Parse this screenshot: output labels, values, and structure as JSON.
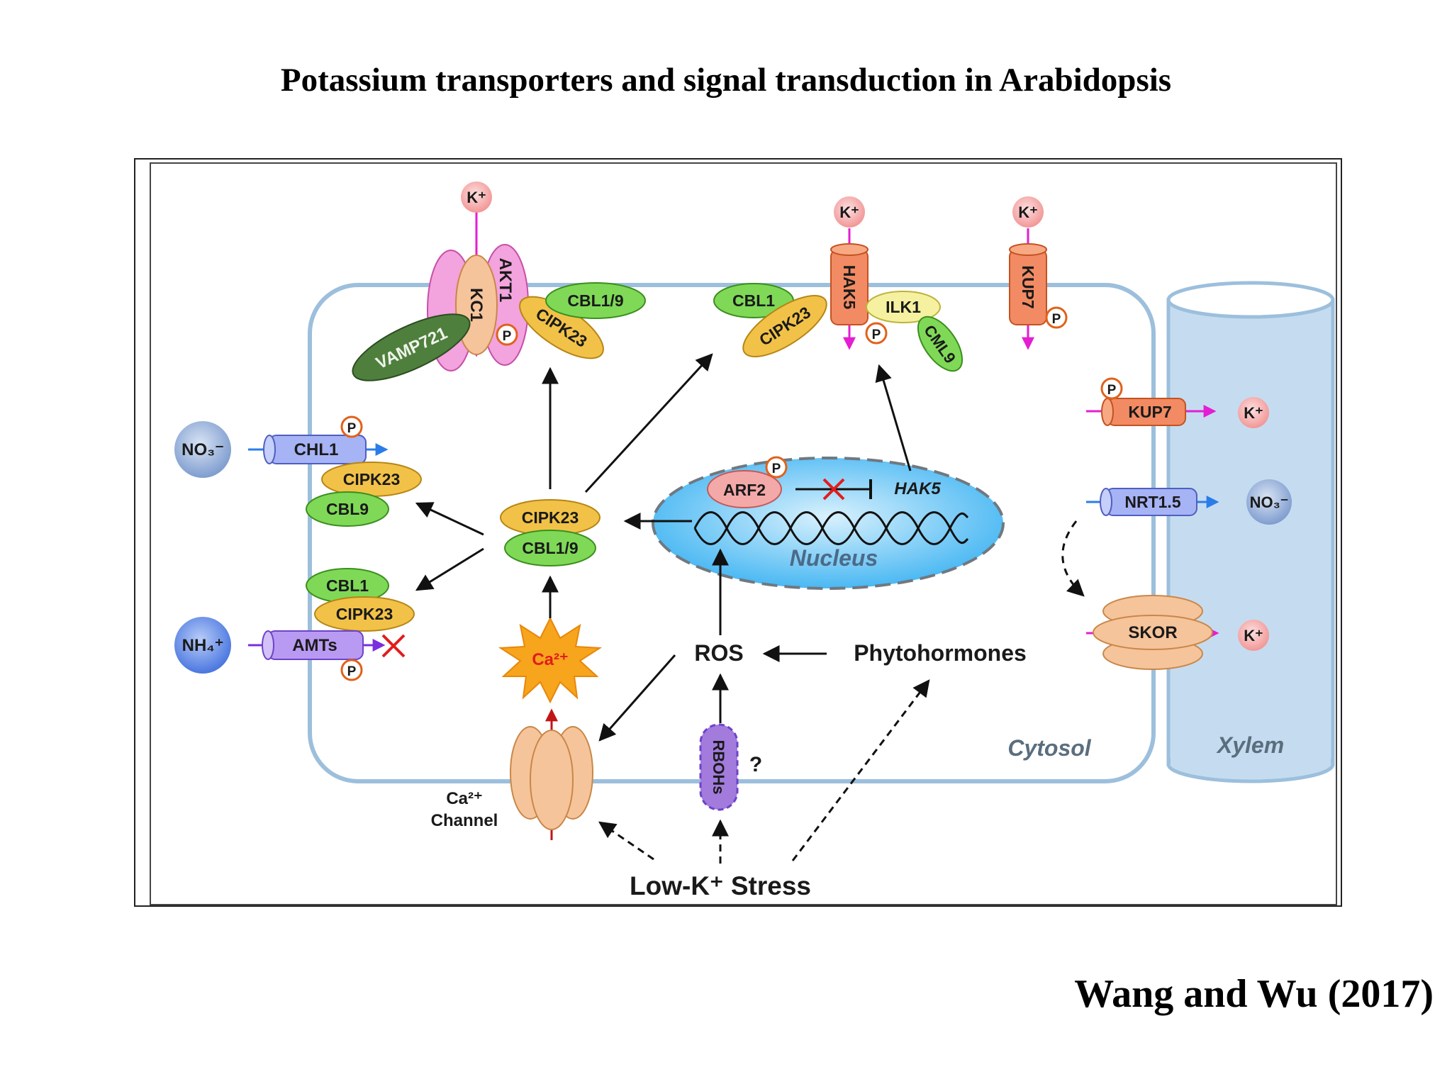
{
  "title": "Potassium transporters and signal transduction in Arabidopsis",
  "citation": "Wang and Wu (2017)",
  "compartments": {
    "cytosol": "Cytosol",
    "xylem": "Xylem",
    "nucleus": "Nucleus"
  },
  "ions": {
    "k": "K⁺",
    "no3": "NO₃⁻",
    "nh4": "NH₄⁺",
    "ca": "Ca²⁺"
  },
  "proteins": {
    "kc1": "KC1",
    "akt1": "AKT1",
    "vamp721": "VAMP721",
    "cipk23": "CIPK23",
    "cbl19": "CBL1/9",
    "cbl1": "CBL1",
    "cbl9": "CBL9",
    "hak5": "HAK5",
    "ilk1": "ILK1",
    "cml9": "CML9",
    "kup7": "KUP7",
    "chl1": "CHL1",
    "amts": "AMTs",
    "arf2": "ARF2",
    "nrt15": "NRT1.5",
    "skor": "SKOR",
    "rbohs": "RBOHs",
    "p": "P"
  },
  "labels": {
    "hak5_gene": "HAK5",
    "ros": "ROS",
    "phytohormones": "Phytohormones",
    "low_k_stress": "Low-K⁺ Stress",
    "ca_channel_1": "Ca²⁺",
    "ca_channel_2": "Channel",
    "question": "?"
  },
  "colors": {
    "membrane": "#9cbfdc",
    "cbl_green": "#7fd957",
    "cipk_orange": "#f2c248",
    "channel_peach": "#f6c49a",
    "akt1_pink": "#f3a3dd",
    "vamp_green": "#4f7f3d",
    "ilk_yellow": "#f6f1a0",
    "transporter_red": "#f28b63",
    "transporter_blue": "#a6b3f5",
    "amt_purple": "#b99af2",
    "rboh_purple": "#a27bdc",
    "nucleus_blue": "#63c4f5",
    "ion_k": "#f4a9a9",
    "ion_no3": "#98aed8",
    "ion_nh4": "#5f8ae8",
    "ca_burst": "#f7a51c",
    "xylem_blue": "#bcd6ee",
    "k_flux_magenta": "#e31ed3",
    "inhibition_red": "#e21c1c"
  }
}
